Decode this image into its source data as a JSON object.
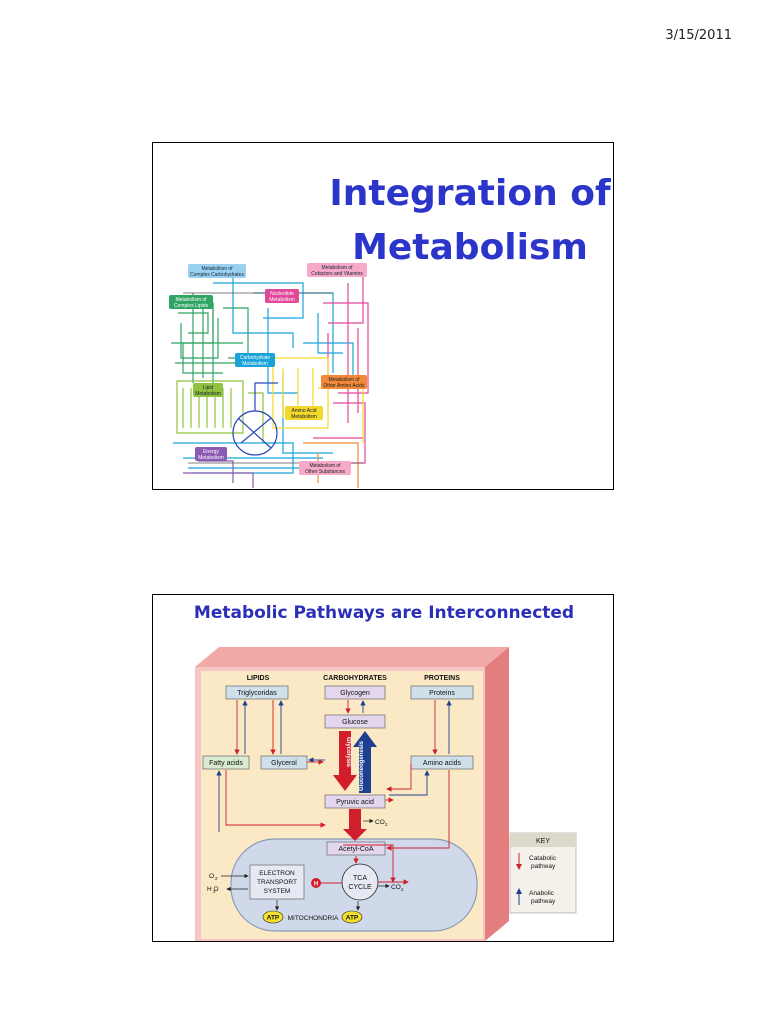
{
  "header": {
    "date": "3/15/2011"
  },
  "slide1": {
    "title_line1": "Integration of",
    "title_line2": "Metabolism",
    "map_labels": {
      "complex_carbs": [
        "Metabolism of",
        "Complex Carbohydrates"
      ],
      "cofactors": [
        "Metabolism of",
        "Cofactors and Vitamins"
      ],
      "complex_lipids": [
        "Metabolism of",
        "Complex Lipids"
      ],
      "nucleotide": [
        "Nucleotide",
        "Metabolism"
      ],
      "carbohydrate": [
        "Carbohydrate",
        "Metabolism"
      ],
      "other_amino": [
        "Metabolism of",
        "Other Amino Acids"
      ],
      "lipid": [
        "Lipid",
        "Metabolism"
      ],
      "amino_acid": [
        "Amino Acid",
        "Metabolism"
      ],
      "energy": [
        "Energy",
        "Metabolism"
      ],
      "other_substances": [
        "Metabolism of",
        "Other Substances"
      ]
    }
  },
  "slide2": {
    "title": "Metabolic Pathways are Interconnected",
    "headers": {
      "lipids": "LIPIDS",
      "carbs": "CARBOHYDRATES",
      "proteins": "PROTEINS"
    },
    "boxes": {
      "triglycerides": "Triglycoridas",
      "glycogen": "Glycogen",
      "proteins": "Proteins",
      "glucose": "Glucose",
      "fatty_acids": "Fatty acids",
      "glycerol": "Glycerol",
      "amino_acids": "Amino acids",
      "pyruvic": "Pyruvic acid",
      "acetyl": "Acetyl-CoA",
      "ets_line1": "ELECTRON",
      "ets_line2": "TRANSPORT",
      "ets_line3": "SYSTEM",
      "tca_line1": "TCA",
      "tca_line2": "CYCLE"
    },
    "labels": {
      "glycolysis": "Glycolysis",
      "gluconeogenesis": "Gluconeogenesis",
      "co2_a": "CO",
      "co2_b": "CO",
      "o2": "O",
      "h2o": "H O",
      "h_ion": "H",
      "atp_left": "ATP",
      "atp_right": "ATP",
      "mitochondria": "MITOCHONDRIA"
    },
    "key": {
      "title": "KEY",
      "catabolic_line1": "Catabolic",
      "catabolic_line2": "pathway",
      "anabolic_line1": "Anabolic",
      "anabolic_line2": "pathway"
    },
    "colors": {
      "catabolic": "#d21e2b",
      "anabolic": "#1d3f8f",
      "title": "#2b2fb8"
    }
  }
}
